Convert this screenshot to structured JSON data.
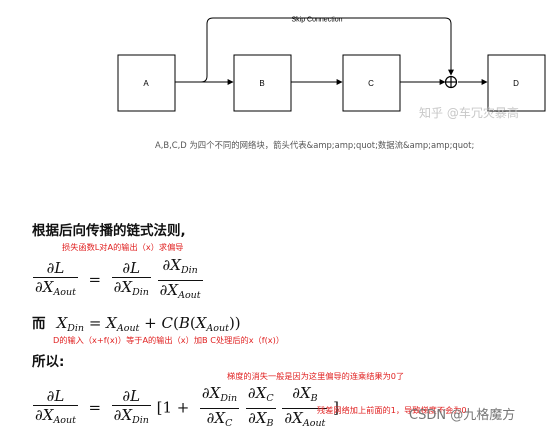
{
  "diagram": {
    "nodes": [
      {
        "id": "A",
        "label": "A"
      },
      {
        "id": "B",
        "label": "B"
      },
      {
        "id": "C",
        "label": "C"
      },
      {
        "id": "D",
        "label": "D"
      }
    ],
    "skip_label": "Skip Connection",
    "caption": "A,B,C,D 为四个不同的网络块，箭头代表&amp;amp;quot;数据流&amp;amp;quot;",
    "watermark": "知乎 @车冗灾暴高"
  },
  "text": {
    "heading1": "根据后向传播的链式法则,",
    "note1": "损失函数L对A的输出（x）求偏导",
    "er": "而",
    "note2": "D的输入（x+f(x)）等于A的输出（x）加B C处理后的x（f(x)）",
    "so": "所以:",
    "note3": "梯度的消失一般是因为这里偏导的连乘结果为0了",
    "note4": "残差网络加上前面的1，导致梯度不会为0"
  },
  "math": {
    "L": "∂L",
    "XAout": "∂X",
    "sub_Aout": "Aout",
    "sub_Din": "Din",
    "sub_C": "C",
    "sub_B": "B",
    "eq2_rhs": "X",
    "one": "[1 +"
  },
  "footer": {
    "csdn": "CSDN @九格魔方"
  }
}
